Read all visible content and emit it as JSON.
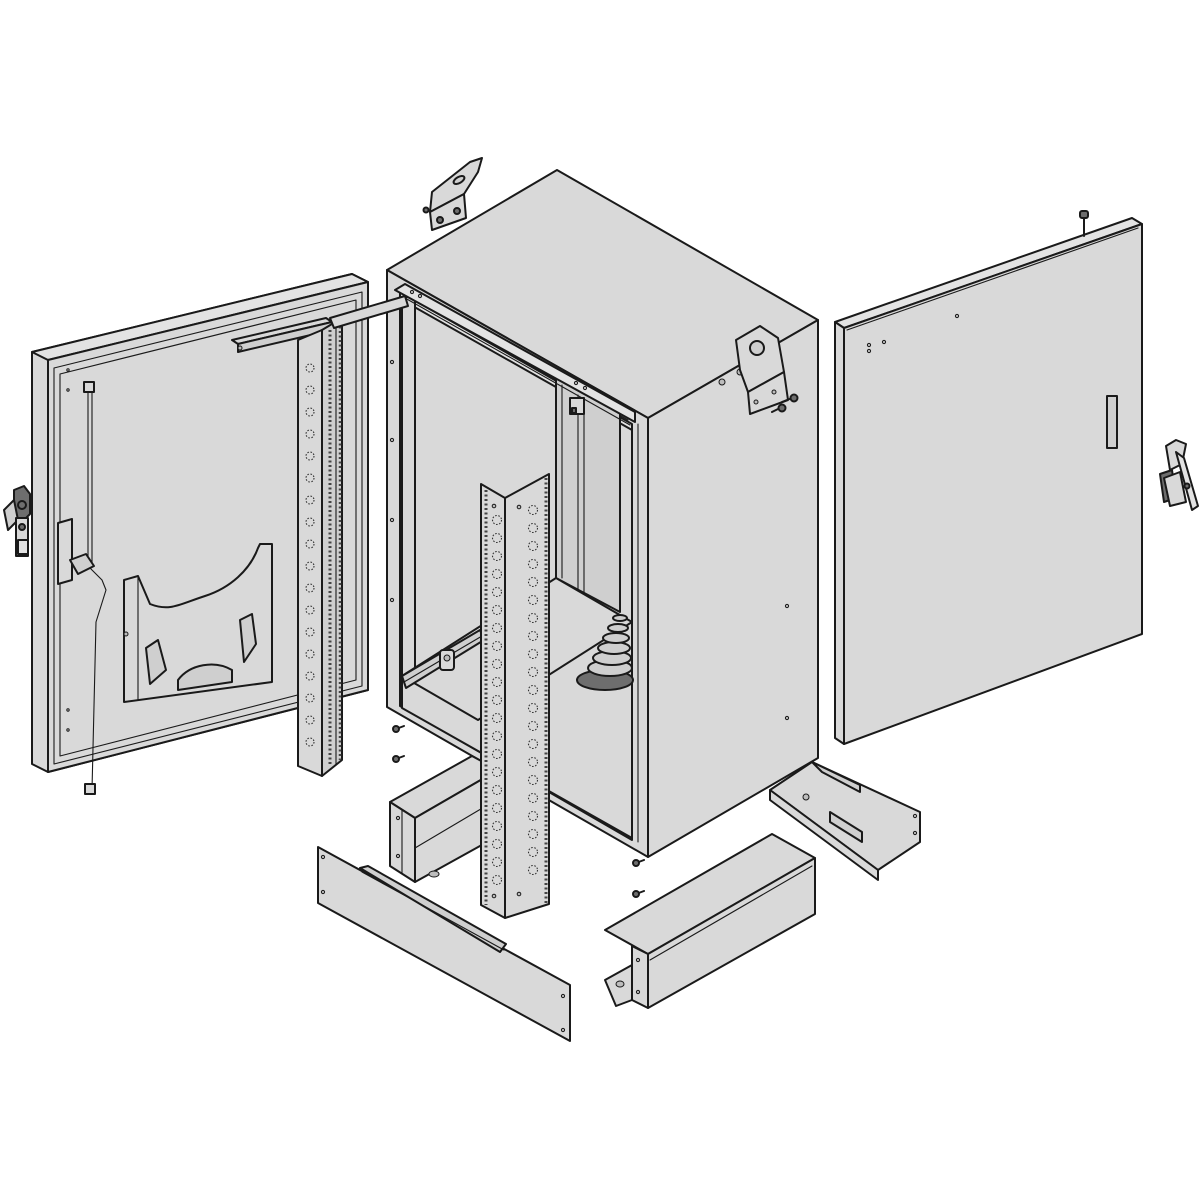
{
  "figure": {
    "type": "exploded-view technical illustration",
    "subject": "wall-mounted electrical enclosure cabinet with accessories",
    "background": "#ffffff",
    "part_fill": "#d9d9d9",
    "outline_color": "#1a1a1a",
    "text_labels": []
  },
  "parts": [
    {
      "id": "cabinet-body",
      "label": "Enclosure body"
    },
    {
      "id": "left-door",
      "label": "Front door (inner side, with document pocket and locking rod)"
    },
    {
      "id": "right-door",
      "label": "Rear / second door"
    },
    {
      "id": "rack-rail-left",
      "label": "Perforated 19-inch rail (on door)"
    },
    {
      "id": "rack-rail-front",
      "label": "Perforated 19-inch rail (front)"
    },
    {
      "id": "wall-bracket-top",
      "label": "Wall mounting bracket (loose)"
    },
    {
      "id": "wall-bracket-side",
      "label": "Wall mounting bracket (mounted)"
    },
    {
      "id": "handle-left",
      "label": "Swing handle (left door)"
    },
    {
      "id": "handle-right",
      "label": "Swing handle (right door)"
    },
    {
      "id": "cable-gland",
      "label": "Cable entry bellows"
    },
    {
      "id": "plinth-front-panel",
      "label": "Plinth cover panel"
    },
    {
      "id": "plinth-box-left",
      "label": "Plinth corner box"
    },
    {
      "id": "plinth-box-right",
      "label": "Plinth corner box"
    },
    {
      "id": "plinth-side-rail",
      "label": "Plinth side rail"
    },
    {
      "id": "screws",
      "label": "Mounting screws"
    }
  ]
}
